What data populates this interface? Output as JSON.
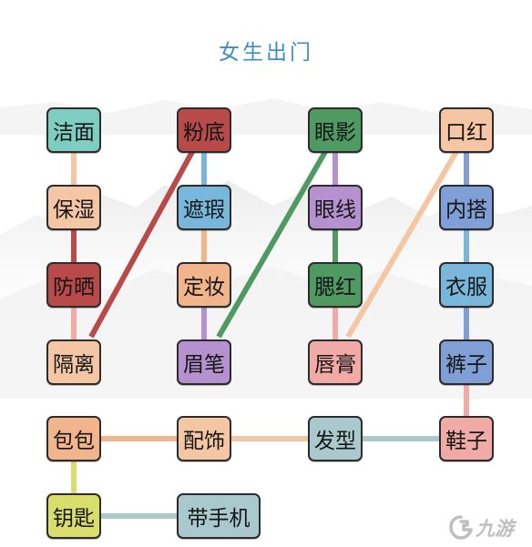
{
  "title": "女生出门",
  "colors": {
    "teal": "#7ecdc1",
    "peach": "#f4c6a3",
    "red": "#b84a4a",
    "blue": "#79b6dc",
    "orange": "#f2b48b",
    "purple": "#b691cf",
    "green": "#4e9a62",
    "pink": "#f2aaa6",
    "olive": "#d8dd6c",
    "gray": "#dadada"
  },
  "tiles": {
    "jiemian": "洁面",
    "baoshi": "保湿",
    "fangshai": "防晒",
    "geli": "隔离",
    "fendi": "粉底",
    "zhexia": "遮瑕",
    "dingzhuang": "定妆",
    "meibi": "眉笔",
    "yanying": "眼影",
    "yanxian": "眼线",
    "saihong": "腮红",
    "chungao": "唇膏",
    "kouhong": "口红",
    "neida": "内搭",
    "yifu": "衣服",
    "kuzi": "裤子",
    "baobao": "包包",
    "peishi": "配饰",
    "faxing": "发型",
    "xiezi": "鞋子",
    "yaoshi": "钥匙",
    "daishouji": "带手机"
  },
  "icons": {
    "watermark": "jiuyou-logo-icon"
  },
  "watermark_text": "九游"
}
